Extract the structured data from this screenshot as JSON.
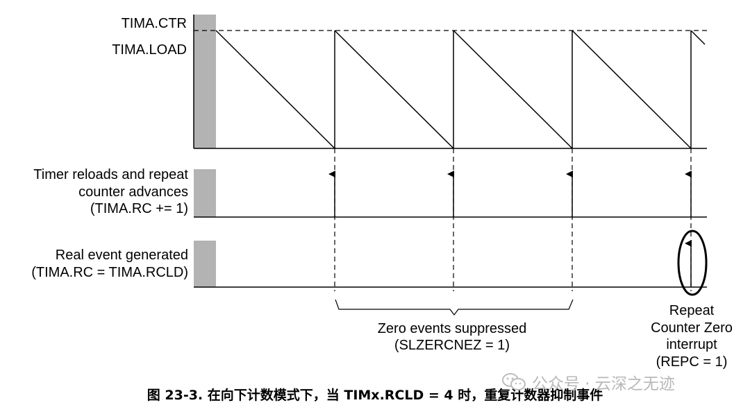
{
  "diagram": {
    "y_axis_labels": {
      "ctr": "TIMA.CTR",
      "load": "TIMA.LOAD"
    },
    "row2_label": [
      "Timer reloads and repeat",
      "counter advances",
      "(TIMA.RC += 1)"
    ],
    "row3_label": [
      "Real event generated",
      "(TIMA.RC = TIMA.RCLD)"
    ],
    "brace_label": [
      "Zero events suppressed",
      "(SLZERCNEZ = 1)"
    ],
    "interrupt_label": [
      "Repeat",
      "Counter Zero",
      "interrupt",
      "(REPC = 1)"
    ],
    "cycles_shown": 4,
    "suppressed_zero_events": 3,
    "colors": {
      "line": "#000000",
      "gray_block": "#b3b3b3"
    }
  },
  "caption": "图 23-3. 在向下计数模式下，当 TIMx.RCLD = 4 时，重复计数器抑制事件",
  "watermark": {
    "icon": "wechat-icon",
    "text": "公众号 · 云深之无迹"
  }
}
